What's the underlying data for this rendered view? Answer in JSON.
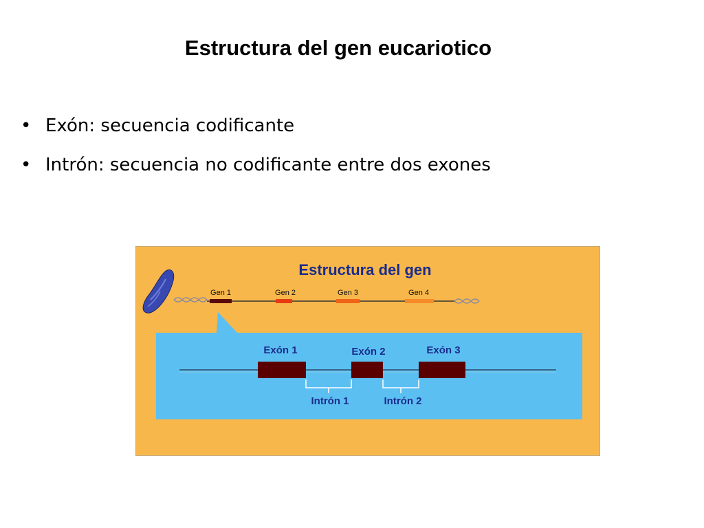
{
  "slide": {
    "title": "Estructura del gen eucariotico",
    "bullets": [
      "Exón: secuencia codificante",
      "Intrón: secuencia no codificante entre dos exones"
    ]
  },
  "figure": {
    "title": "Estructura del gen",
    "genes": [
      {
        "label": "Gen 1",
        "color": "#5a0a0a"
      },
      {
        "label": "Gen 2",
        "color": "#e83a10"
      },
      {
        "label": "Gen 3",
        "color": "#f06418"
      },
      {
        "label": "Gen 4",
        "color": "#f58a28"
      }
    ],
    "exons": [
      "Exón 1",
      "Exón 2",
      "Exón 3"
    ],
    "introns": [
      "Intrón 1",
      "Intrón 2"
    ],
    "colors": {
      "background": "#f7b74b",
      "zoom_panel": "#5bbff2",
      "exon": "#5a0000",
      "label_blue": "#1a2c8c",
      "chromosome": "#3848b0"
    }
  }
}
